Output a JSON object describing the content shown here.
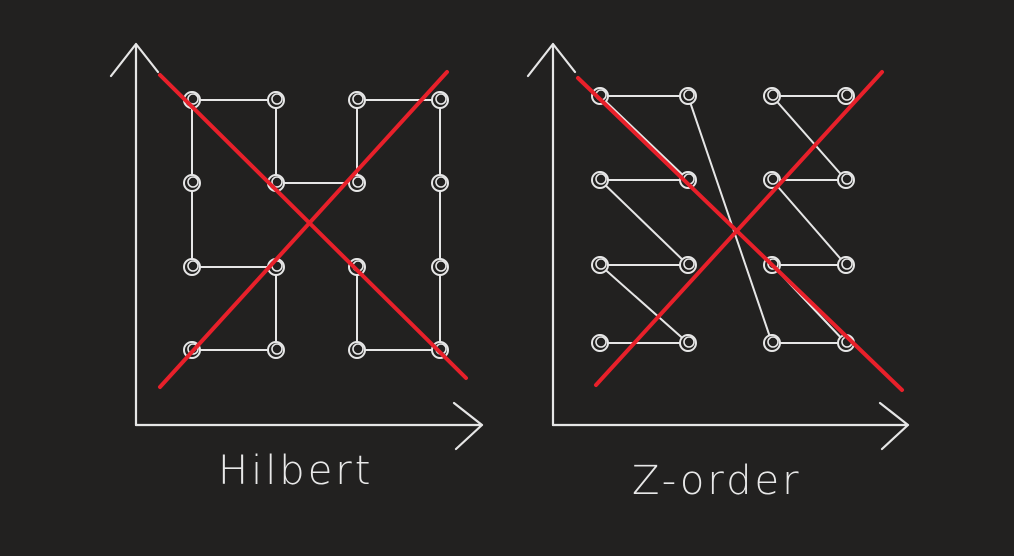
{
  "colors": {
    "background": "#222120",
    "chalk": "#e6e6e6",
    "cross": "#e8202a"
  },
  "diagrams": [
    {
      "label": "Hilbert",
      "curve": "hilbert",
      "crossed_out": true
    },
    {
      "label": "Z-order",
      "curve": "z-order",
      "crossed_out": true
    }
  ]
}
